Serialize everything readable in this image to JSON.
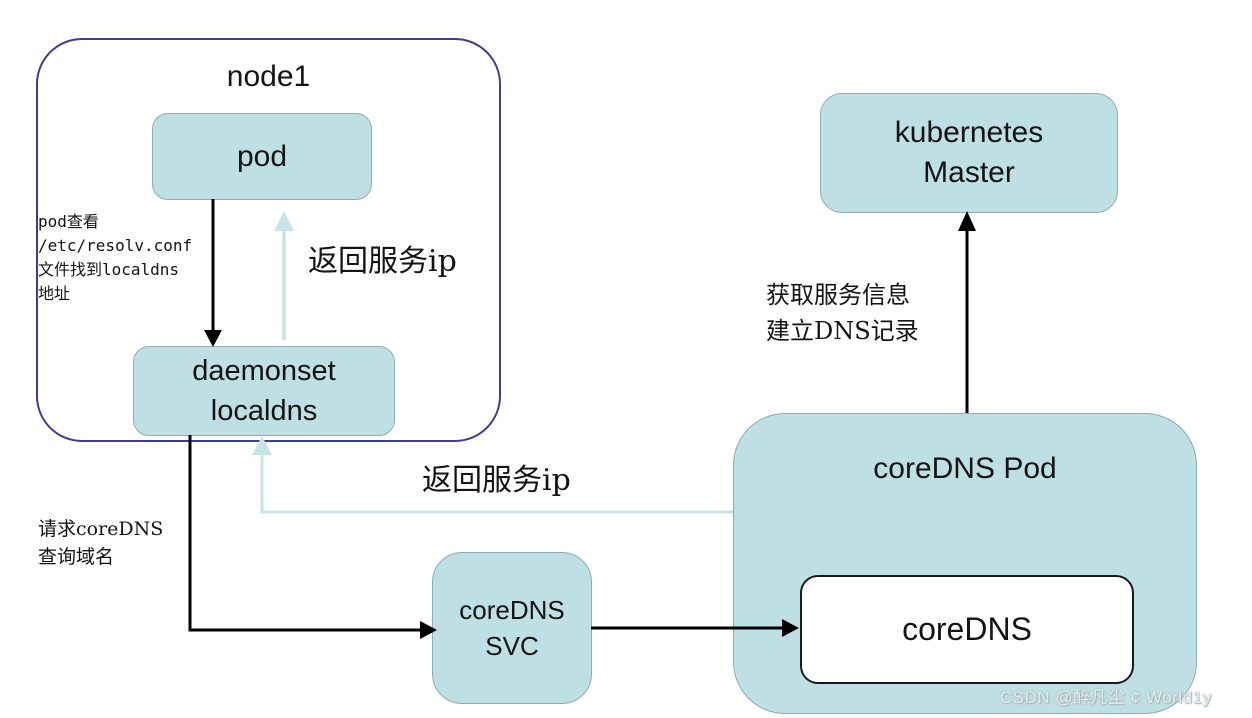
{
  "diagram": {
    "node1": {
      "title": "node1"
    },
    "pod_box": {
      "label": "pod"
    },
    "daemonset_box": {
      "label": "daemonset\nlocaldns"
    },
    "k8s_master_box": {
      "label": "kubernetes\nMaster"
    },
    "coredns_pod_box": {
      "title": "coreDNS Pod"
    },
    "coredns_box": {
      "label": "coreDNS"
    },
    "coredns_svc_box": {
      "label": "coreDNS\nSVC"
    },
    "annotations": {
      "pod_resolv_conf": "pod查看\n/etc/resolv.conf\n文件找到localdns\n地址",
      "return_service_ip_inner": "返回服务ip",
      "return_service_ip_outer": "返回服务ip",
      "request_coredns": "请求coreDNS\n查询域名",
      "fetch_service_info": "获取服务信息\n建立DNS记录"
    },
    "watermark": "CSDN @醉凡尘 ¢  World1y",
    "colors": {
      "teal_box_fill": "#bedfe3",
      "teal_box_border": "#8fadb2",
      "node1_border": "#3d3d96",
      "light_arrow": "#c7e5e9",
      "black_arrow": "#000000",
      "coredns_box_border": "#1a1a1a",
      "watermark_color": "#e3eaeb"
    }
  }
}
